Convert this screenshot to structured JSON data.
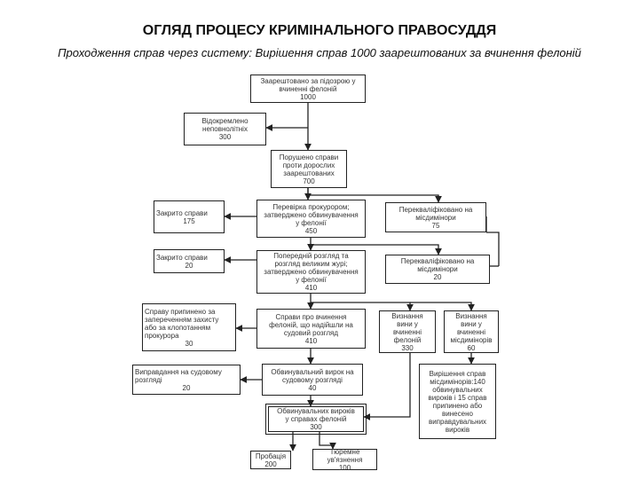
{
  "header": {
    "title": "ОГЛЯД ПРОЦЕСУ КРИМІНАЛЬНОГО ПРАВОСУДДЯ",
    "subtitle": "Проходження справ через систему: Вирішення справ 1000 заарештованих за вчинення фелоній"
  },
  "nodes": {
    "arrested": {
      "label": "Заарештовано за підозрою у\nвчиненні фелоній",
      "value": "1000"
    },
    "released": {
      "label": "Відокремлено\nнеповнолітніх",
      "value": "300"
    },
    "prosecution": {
      "label": "Порушено справи\nпроти дорослих\nзаарештованих",
      "value": "700"
    },
    "closed": {
      "label": "Закрито справи",
      "value": "175"
    },
    "prosecutor_review": {
      "label": "Перевірка прокурором;\nзатверджено обвинувачення\nу фелонії",
      "value": "450"
    },
    "reclass_misd_1": {
      "label": "Перекваліфіковано на\nмісдимінори",
      "value": "75"
    },
    "closed2": {
      "label": "Закрито справи",
      "value": "20"
    },
    "prelim_hearing": {
      "label": "Попередній розгляд та\nрозгляд великим журі;\nзатверджено обвинувачення\nу фелонії",
      "value": "410"
    },
    "reclass_misd_2": {
      "label": "Перекваліфіковано на\nмісдимінори",
      "value": "20"
    },
    "dismissed": {
      "label": "Справу припинено за\nзапереченням захисту\nабо за клопотанням\nпрокурора",
      "value": "30"
    },
    "trial_felony": {
      "label": "Справи про вчинення\nфелоній, що надійшли на\nсудовий розгляд",
      "value": "410"
    },
    "guilty_felony": {
      "label": "Визнання\nвини у\nвчиненні\nфелоній",
      "value": "330"
    },
    "guilty_misd": {
      "label": "Визнання\nвини у\nвчиненні\nмісдимінорів",
      "value": "60"
    },
    "acquitted": {
      "label": "Виправдання на судовому\nрозгляді",
      "value": "20"
    },
    "convicted_trial": {
      "label": "Обвинувальний вирок на\nсудовому розгляді",
      "value": "40"
    },
    "misd_total": {
      "label": "Вирішення справ\nмісдимінорів:140\nобвинувальних\nвироків і 15 справ\nприпинено або\nвинесено\nвиправдувальних\nвироків",
      "value": ""
    },
    "convictions": {
      "label": "Обвинувальних вироків\nу справах фелоній",
      "value": "300"
    },
    "probation": {
      "label": "Пробація",
      "value": "200"
    },
    "prison": {
      "label": "Тюремне\nув'язнення",
      "value": "100"
    }
  }
}
